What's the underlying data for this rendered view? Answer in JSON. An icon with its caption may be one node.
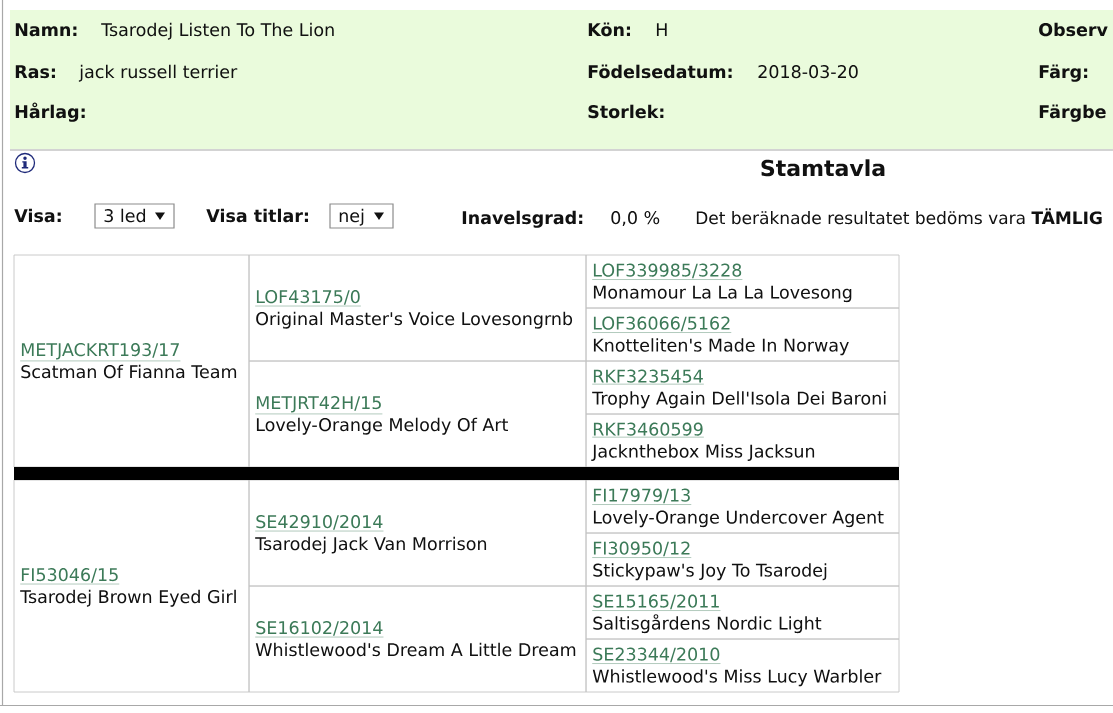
{
  "diagram": {
    "title": "Stamtavla",
    "nodes": [
      {
        "text": [
          "METJACKRT193/17",
          "Scatman Of Fianna Team"
        ]
      },
      {
        "text": [
          "LOF43175/0",
          "Original Master's Voice Lovesongrnb"
        ]
      },
      {
        "text": [
          "LOF339985/3228",
          "Monamour La La La Lovesong"
        ]
      },
      {
        "text": [
          "LOF36066/5162",
          "Knotteliten's Made In Norway"
        ]
      },
      {
        "text": [
          "METJRT42H/15",
          "Lovely-Orange Melody Of Art"
        ]
      },
      {
        "text": [
          "RKF3235454",
          "Trophy Again Dell'Isola Dei Baroni"
        ]
      },
      {
        "text": [
          "RKF3460599",
          "Jacknthebox Miss Jacksun"
        ]
      },
      {
        "text": [
          "FI53046/15",
          "Tsarodej Brown Eyed Girl"
        ]
      },
      {
        "text": [
          "SE42910/2014",
          "Tsarodej Jack Van Morrison"
        ]
      },
      {
        "text": [
          "FI17979/13",
          "Lovely-Orange Undercover Agent"
        ]
      },
      {
        "text": [
          "FI30950/12",
          "Stickypaw's Joy To Tsarodej"
        ]
      },
      {
        "text": [
          "SE16102/2014",
          "Whistlewood's Dream A Little Dream"
        ]
      },
      {
        "text": [
          "SE15165/2011",
          "Saltisgårdens Nordic Light"
        ]
      },
      {
        "text": [
          "SE23344/2010",
          "Whistlewood's Miss Lucy Warbler"
        ]
      }
    ],
    "labels": [
      "Namn:",
      "Tsarodej Listen To The Lion",
      "Kön:",
      "H",
      "Observ",
      "Ras:",
      "jack russell terrier",
      "Födelsedatum:",
      "2018-03-20",
      "Färg:",
      "Hårlag:",
      "Storlek:",
      "Färgbe",
      "Visa:",
      "3 led",
      "Visa titlar:",
      "nej",
      "Inavelsgrad:",
      "0,0 %",
      "Det beräknade resultatet bedöms vara **TÄMLIG**"
    ]
  }
}
